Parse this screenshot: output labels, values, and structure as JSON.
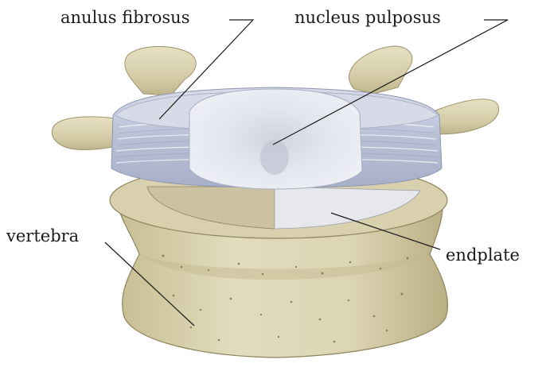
{
  "labels": {
    "anulus": "anulus fibrosus",
    "nucleus": "nucleus pulposus",
    "vertebra": "vertebra",
    "endplate": "endplate"
  },
  "colors": {
    "bone": "#ddd6b4",
    "bone_shadow": "#b3aa80",
    "cancellous": "#c9c0a0",
    "anulus": "#c4cadc",
    "nucleus": "#e4e7ef",
    "endplate": "#e8eaee",
    "line": "#1a1a1a"
  }
}
